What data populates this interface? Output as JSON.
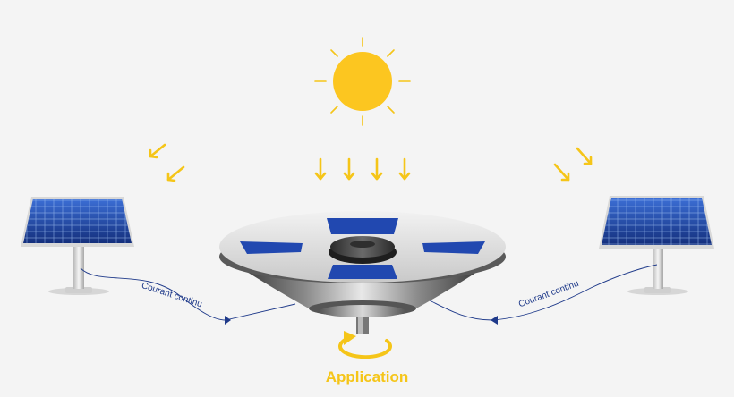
{
  "labels": {
    "current_left": "Courant continu",
    "current_right": "Courant continu",
    "application": "Application"
  },
  "colors": {
    "sun": "#fcc620",
    "ray": "#f5c518",
    "panel_blue": "#1c3f9c",
    "wire": "#1f3a8a",
    "background": "#f4f4f4"
  },
  "icons": [
    "sun-icon",
    "solar-panel-icon",
    "sunlight-arrow-icon",
    "rotation-arrow-icon",
    "solar-disc-device"
  ]
}
